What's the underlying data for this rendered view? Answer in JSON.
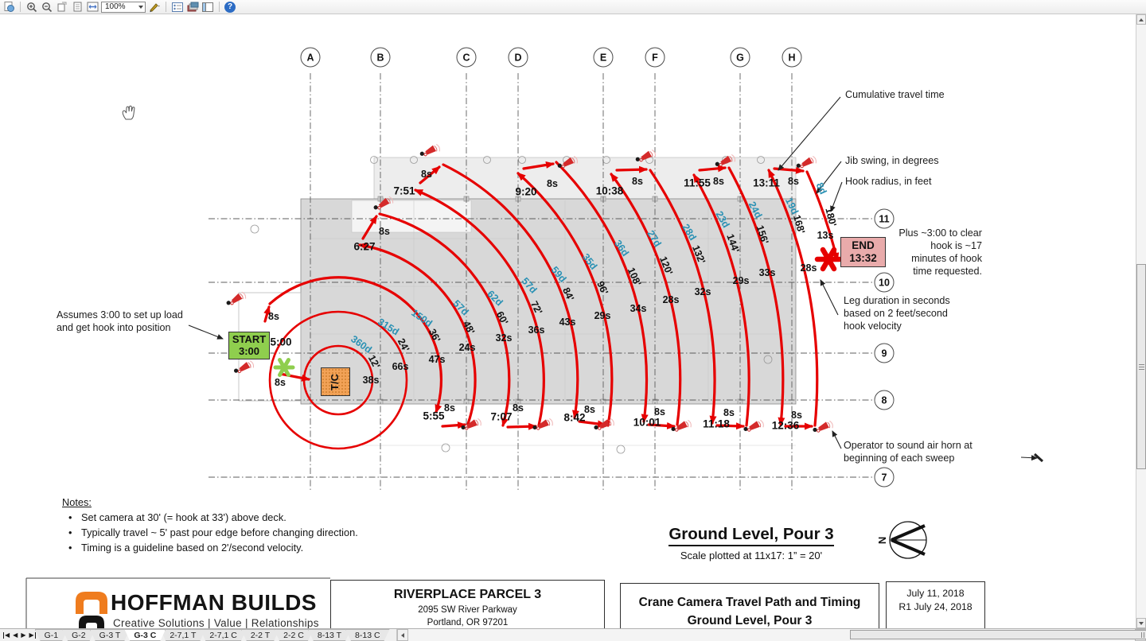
{
  "toolbar": {
    "zoom": "100%"
  },
  "icons": {
    "help_glyph": "?",
    "tab_first": "◀",
    "tab_prev": "◀",
    "tab_next": "▶",
    "tab_last": "▶"
  },
  "grid": {
    "columns": [
      "A",
      "B",
      "C",
      "D",
      "E",
      "F",
      "G",
      "H"
    ],
    "rows": [
      "11",
      "10",
      "9",
      "8",
      "7"
    ]
  },
  "labels": {
    "leg": "8s"
  },
  "arcs": [
    {
      "deg": "360d",
      "rad": "12'",
      "sec": "38s"
    },
    {
      "deg": "315d",
      "rad": "24'",
      "sec": "66s"
    },
    {
      "deg": "150d",
      "rad": "36'",
      "sec": "47s"
    },
    {
      "deg": "57d",
      "rad": "48'",
      "sec": "24s"
    },
    {
      "deg": "62d",
      "rad": "60'",
      "sec": "32s"
    },
    {
      "deg": "57d",
      "rad": "72'",
      "sec": "36s"
    },
    {
      "deg": "59d",
      "rad": "84'",
      "sec": "43s"
    },
    {
      "deg": "35d",
      "rad": "96'",
      "sec": "29s"
    },
    {
      "deg": "36d",
      "rad": "108'",
      "sec": "34s"
    },
    {
      "deg": "27d",
      "rad": "120'",
      "sec": "28s"
    },
    {
      "deg": "28d",
      "rad": "132'",
      "sec": "32s"
    },
    {
      "deg": "23d",
      "rad": "144'",
      "sec": "29s"
    },
    {
      "deg": "24d",
      "rad": "156'",
      "sec": "33s"
    },
    {
      "deg": "19d",
      "rad": "168'",
      "sec": "28s"
    },
    {
      "deg": "8d",
      "rad": "180'",
      "sec": "13s"
    }
  ],
  "times": {
    "start_leg": "5:00",
    "top": [
      "6:27",
      "7:51",
      "9:20",
      "10:38",
      "11:55",
      "13:11"
    ],
    "bottom": [
      "5:55",
      "7:07",
      "8:42",
      "10:01",
      "11:18",
      "12:36"
    ]
  },
  "boxes": {
    "start": {
      "l1": "START",
      "l2": "3:00"
    },
    "end": {
      "l1": "END",
      "l2": "13:32"
    },
    "crane": "T/C"
  },
  "annotations": {
    "cumulative": "Cumulative travel time",
    "jib": "Jib swing, in degrees",
    "hook": "Hook radius, in feet",
    "plus": "Plus ~3:00 to clear hook is ~17 minutes of hook time requested.",
    "legdur": "Leg duration in seconds based on 2 feet/second hook velocity",
    "operator": "Operator to sound air horn at beginning of each sweep",
    "assumes": "Assumes 3:00 to set up load and get hook into position"
  },
  "notes": {
    "heading": "Notes:",
    "items": [
      "Set camera at 30' (= hook at 33') above deck.",
      "Typically travel ~ 5' past pour edge before changing direction.",
      "Timing is a guideline based on 2'/second velocity."
    ]
  },
  "plan_title": {
    "title": "Ground Level, Pour 3",
    "scale": "Scale plotted at 11x17: 1” = 20'"
  },
  "compass": {
    "letter": "N"
  },
  "footer": {
    "logo_name": "HOFFMAN BUILDS",
    "logo_tagline": "Creative Solutions   |   Value   |   Relationships",
    "project": "RIVERPLACE PARCEL 3",
    "address1": "2095 SW River Parkway",
    "address2": "Portland, OR 97201",
    "drawing1": "Crane Camera Travel Path and Timing",
    "drawing2": "Ground Level, Pour 3",
    "date1": "July 11, 2018",
    "date2": "R1 July 24, 2018"
  },
  "tabs": [
    "G-1",
    "G-2",
    "G-3 T",
    "G-3 C",
    "2-7,1 T",
    "2-7,1 C",
    "2-2 T",
    "2-2 C",
    "8-13 T",
    "8-13 C"
  ],
  "active_tab": "G-3 C"
}
